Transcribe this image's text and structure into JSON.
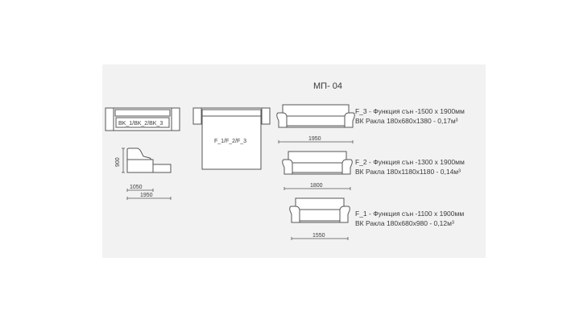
{
  "model_title": "МП- 04",
  "top_view": {
    "label": "BK_1/BK_2/BK_3"
  },
  "open_view": {
    "label": "F_1/F_2/F_3"
  },
  "side_view": {
    "height": "900",
    "depth": "1050",
    "open_length": "1950"
  },
  "variants": [
    {
      "line1": "F_3 - Функция сън -1500 x 1900мм",
      "line2": "ВК Ракла  180х680х1380 - 0,17м³",
      "width": "1950"
    },
    {
      "line1": "F_2 - Функция сън -1300 x 1900мм",
      "line2": "ВК Ракла  180х1180х1180 - 0,14м³",
      "width": "1800"
    },
    {
      "line1": "F_1 - Функция сън -1100 x 1900мм",
      "line2": "ВК Ракла  180х680х980 - 0,12м³",
      "width": "1550"
    }
  ],
  "colors": {
    "stroke": "#555555",
    "panel": "#f2f2f2",
    "text": "#3a3a3a"
  }
}
